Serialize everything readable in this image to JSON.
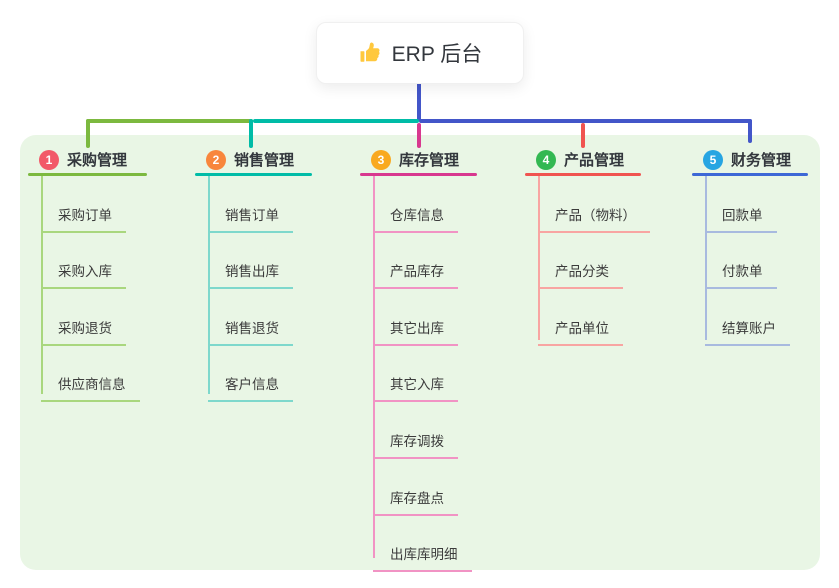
{
  "root": {
    "title": "ERP 后台",
    "icon": "thumbs-up-icon",
    "icon_color": "#FFC83D"
  },
  "colors": {
    "trunk": "#4356C9",
    "panel_background": "#E9F6E5",
    "page_background": "#FFFFFF",
    "label_text": "#33373D",
    "sub_text": "#3B3B3B"
  },
  "branches": [
    {
      "num": "1",
      "label": "采购管理",
      "badge_color": "#F25968",
      "line_color": "#7CB93F",
      "sub_line_color": "#A9D77E",
      "children": [
        "采购订单",
        "采购入库",
        "采购退货",
        "供应商信息"
      ]
    },
    {
      "num": "2",
      "label": "销售管理",
      "badge_color": "#F8863C",
      "line_color": "#00BCA7",
      "sub_line_color": "#7ED8CC",
      "children": [
        "销售订单",
        "销售出库",
        "销售退货",
        "客户信息"
      ]
    },
    {
      "num": "3",
      "label": "库存管理",
      "badge_color": "#F9A91F",
      "line_color": "#D8388F",
      "sub_line_color": "#F193C4",
      "children": [
        "仓库信息",
        "产品库存",
        "其它出库",
        "其它入库",
        "库存调拨",
        "库存盘点",
        "出库库明细"
      ]
    },
    {
      "num": "4",
      "label": "产品管理",
      "badge_color": "#33B852",
      "line_color": "#F05450",
      "sub_line_color": "#F8A5A2",
      "children": [
        "产品（物料）",
        "产品分类",
        "产品单位"
      ]
    },
    {
      "num": "5",
      "label": "财务管理",
      "badge_color": "#27A5E2",
      "line_color": "#3D68D6",
      "sub_line_color": "#A8BADF",
      "children": [
        "回款单",
        "付款单",
        "结算账户"
      ]
    }
  ]
}
